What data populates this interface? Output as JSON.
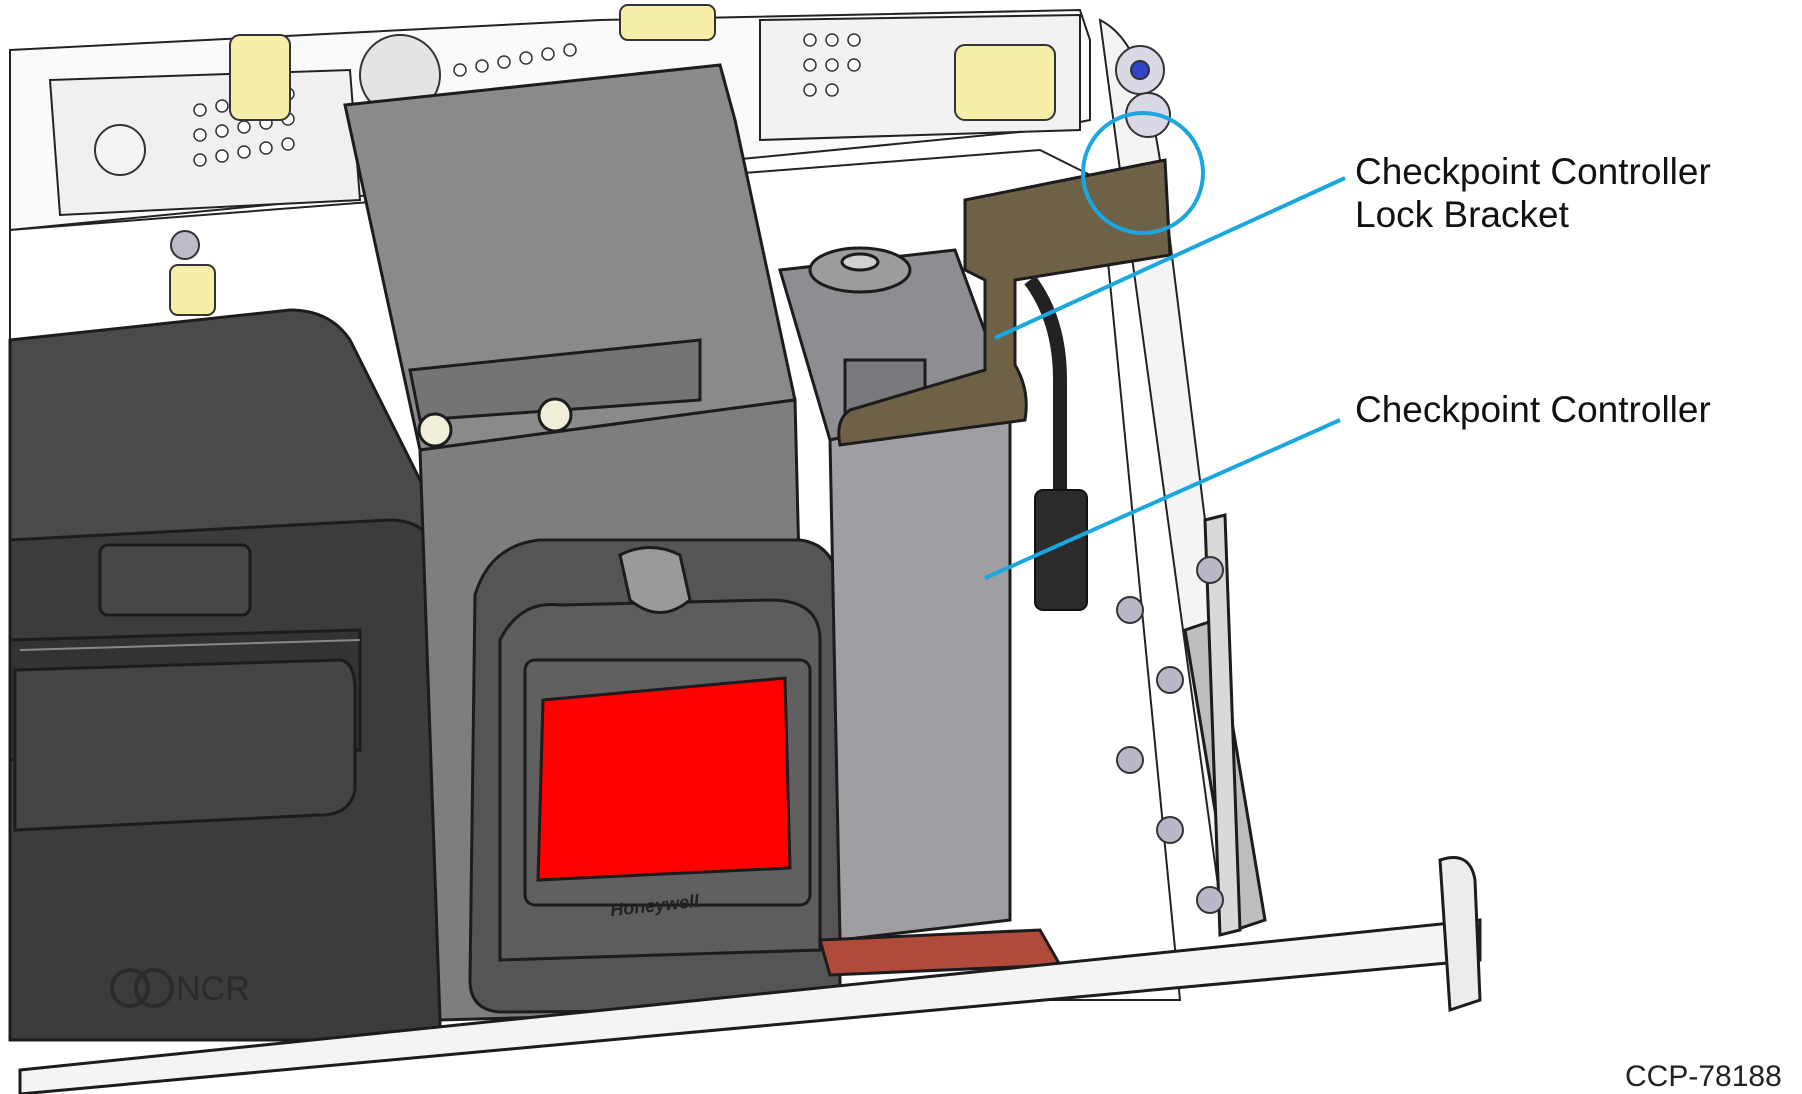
{
  "callouts": {
    "lock_bracket": {
      "line1": "Checkpoint Controller",
      "line2": "Lock Bracket"
    },
    "controller": {
      "label": "Checkpoint Controller"
    }
  },
  "printed_marks": {
    "brand_printer": "NCR",
    "brand_scanner": "Honeywell"
  },
  "figure_id": "CCP-78188",
  "colors": {
    "leader": "#1aa7e0",
    "bracket": "#6e6147",
    "scanner_window": "#ff0000",
    "printer_body": "#4a4a4a",
    "scanner_body": "#555555",
    "controller_body": "#9e9ea3",
    "tray": "#8a8a8a",
    "standoff": "#f7eea8",
    "base_red": "#b04a3a"
  }
}
